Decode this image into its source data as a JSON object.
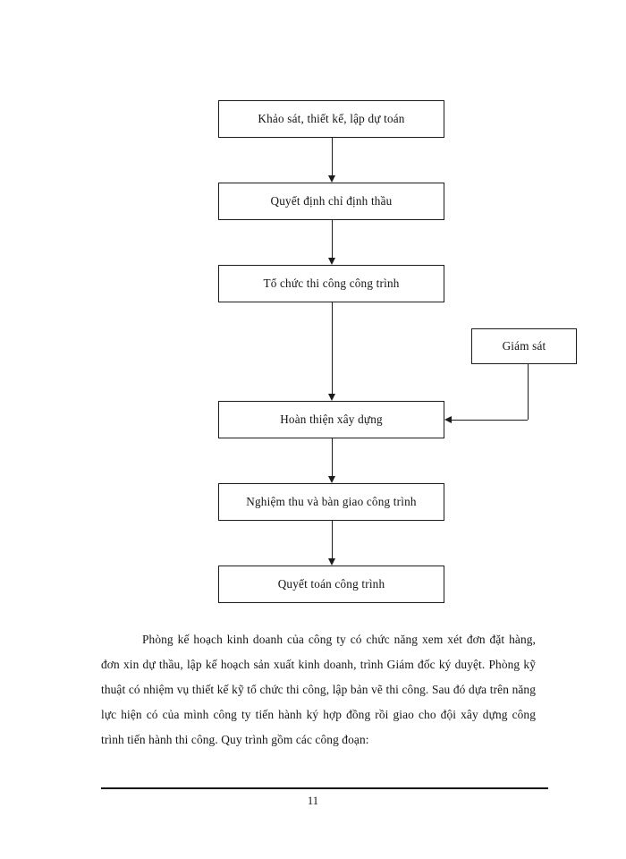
{
  "document": {
    "language": "Vietnamese",
    "page_number": "11"
  },
  "flowchart": {
    "nodes": [
      {
        "id": "survey",
        "label": "Khảo sát, thiết kế, lập dự toán"
      },
      {
        "id": "decision",
        "label": "Quyết định chỉ định thầu"
      },
      {
        "id": "organize",
        "label": "Tổ chức thi công công trình"
      },
      {
        "id": "supervise",
        "label": "Giám sát"
      },
      {
        "id": "finish",
        "label": "Hoàn thiện xây dựng"
      },
      {
        "id": "handover",
        "label": "Nghiệm thu và bàn giao công trình"
      },
      {
        "id": "settle",
        "label": "Quyết toán công trình"
      }
    ],
    "edges": [
      {
        "from": "survey",
        "to": "decision",
        "direction": "down"
      },
      {
        "from": "decision",
        "to": "organize",
        "direction": "down"
      },
      {
        "from": "organize",
        "to": "finish",
        "direction": "down"
      },
      {
        "from": "finish",
        "to": "handover",
        "direction": "down"
      },
      {
        "from": "handover",
        "to": "settle",
        "direction": "down"
      },
      {
        "from": "supervise",
        "to": "finish",
        "direction": "left"
      }
    ],
    "colors": {
      "border": "#1c1c1c",
      "fill": "#ffffff",
      "text": "#141414"
    }
  },
  "body": {
    "paragraph": "Phòng kế hoạch kinh doanh của công ty có chức năng xem xét đơn đặt hàng, đơn xin dự thầu, lập kế hoạch sản xuất kinh doanh, trình Giám đốc ký duyệt. Phòng kỹ thuật có nhiệm vụ thiết kế kỹ tổ chức thi công, lập bản vẽ thi công. Sau đó dựa trên năng lực hiện có của mình công ty tiến hành ký hợp đồng rồi giao cho đội xây dựng công trình tiến hành thi công. Quy trình gồm các công đoạn:"
  },
  "footer": {
    "page_number": "11"
  }
}
